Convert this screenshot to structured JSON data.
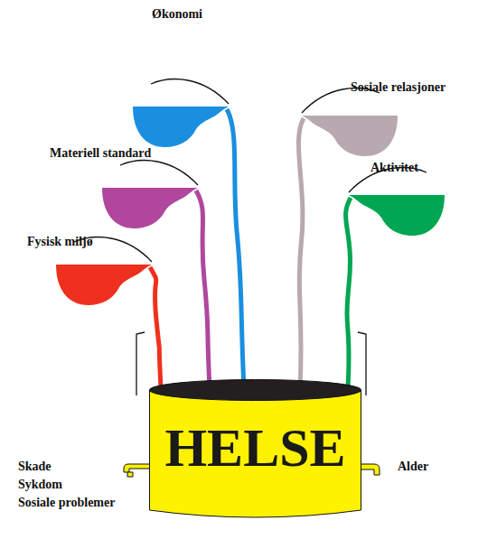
{
  "diagram": {
    "nodes": [
      {
        "text": [
          "Økonomi"
        ]
      },
      {
        "text": [
          "Sosiale relasjoner"
        ]
      },
      {
        "text": [
          "Materiell standard"
        ]
      },
      {
        "text": [
          "Aktivitet"
        ]
      },
      {
        "text": [
          "Fysisk miljø"
        ]
      },
      {
        "text": [
          "HELSE"
        ]
      }
    ],
    "edges": [
      {
        "from": 0,
        "to": 5,
        "arrow": "none"
      },
      {
        "from": 1,
        "to": 5,
        "arrow": "none"
      },
      {
        "from": 2,
        "to": 5,
        "arrow": "none"
      },
      {
        "from": 3,
        "to": 5,
        "arrow": "none"
      },
      {
        "from": 4,
        "to": 5,
        "arrow": "none"
      }
    ],
    "labels": [
      "Skade",
      "Sykdom",
      "Sosiale problemer",
      "Alder"
    ]
  }
}
